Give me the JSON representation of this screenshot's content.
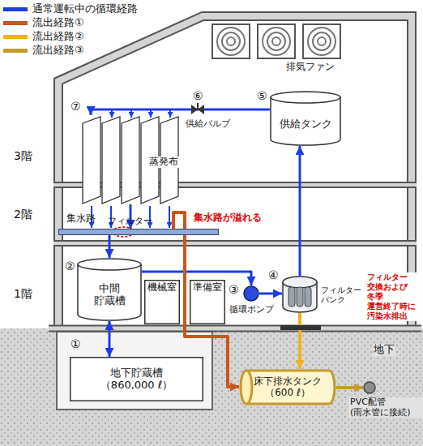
{
  "diagram": {
    "nodes": [
      {
        "text": [
          "供給タンク"
        ]
      },
      {
        "text": [
          "蒸発布"
        ]
      },
      {
        "text": [
          "集水路"
        ]
      },
      {
        "text": [
          "中間 貯蔵槽"
        ]
      },
      {
        "text": [
          "機械室"
        ]
      },
      {
        "text": [
          "準備室"
        ]
      },
      {
        "text": [
          "循環ポンプ"
        ]
      },
      {
        "text": [
          "フィルター バンク"
        ]
      },
      {
        "text": [
          "地下貯蔵槽",
          "（860,000 ℓ）"
        ]
      },
      {
        "text": [
          "床下排水タンク",
          "（600 ℓ）"
        ]
      },
      {
        "text": [
          "PVC配管 (雨水管に接続)"
        ]
      }
    ],
    "edges": [
      {
        "from": 0,
        "to": 1,
        "arrow": "to"
      },
      {
        "from": 1,
        "to": 2,
        "arrow": "to"
      },
      {
        "from": 2,
        "to": 3,
        "arrow": "to"
      },
      {
        "from": 3,
        "to": 8,
        "arrow": "both"
      },
      {
        "from": 3,
        "to": 6,
        "arrow": "to"
      },
      {
        "from": 6,
        "to": 7,
        "arrow": "to"
      },
      {
        "from": 7,
        "to": 0,
        "arrow": "to"
      },
      {
        "from": 2,
        "to": 9,
        "arrow": "to"
      },
      {
        "from": 7,
        "to": 9,
        "arrow": "to"
      },
      {
        "from": 9,
        "to": 10,
        "arrow": "to"
      }
    ],
    "labels": [
      "排気ファン",
      "⑤",
      "⑥",
      "供給バルブ",
      "⑦",
      "3階",
      "2階",
      "フィルター",
      "集水路が溢れる",
      "1階",
      "②",
      "③",
      "④",
      "フィルター 交換および 冬季 運営終了時に 汚染水排出",
      "①",
      "地下"
    ],
    "legend": [
      {
        "text": "通常運転中の循環経路",
        "color": "#1c3ce6"
      },
      {
        "text": "流出経路①",
        "color": "#c8571b"
      },
      {
        "text": "流出経路②",
        "color": "#f2b01e"
      },
      {
        "text": "流出経路③",
        "color": "#c69a2e"
      }
    ]
  }
}
